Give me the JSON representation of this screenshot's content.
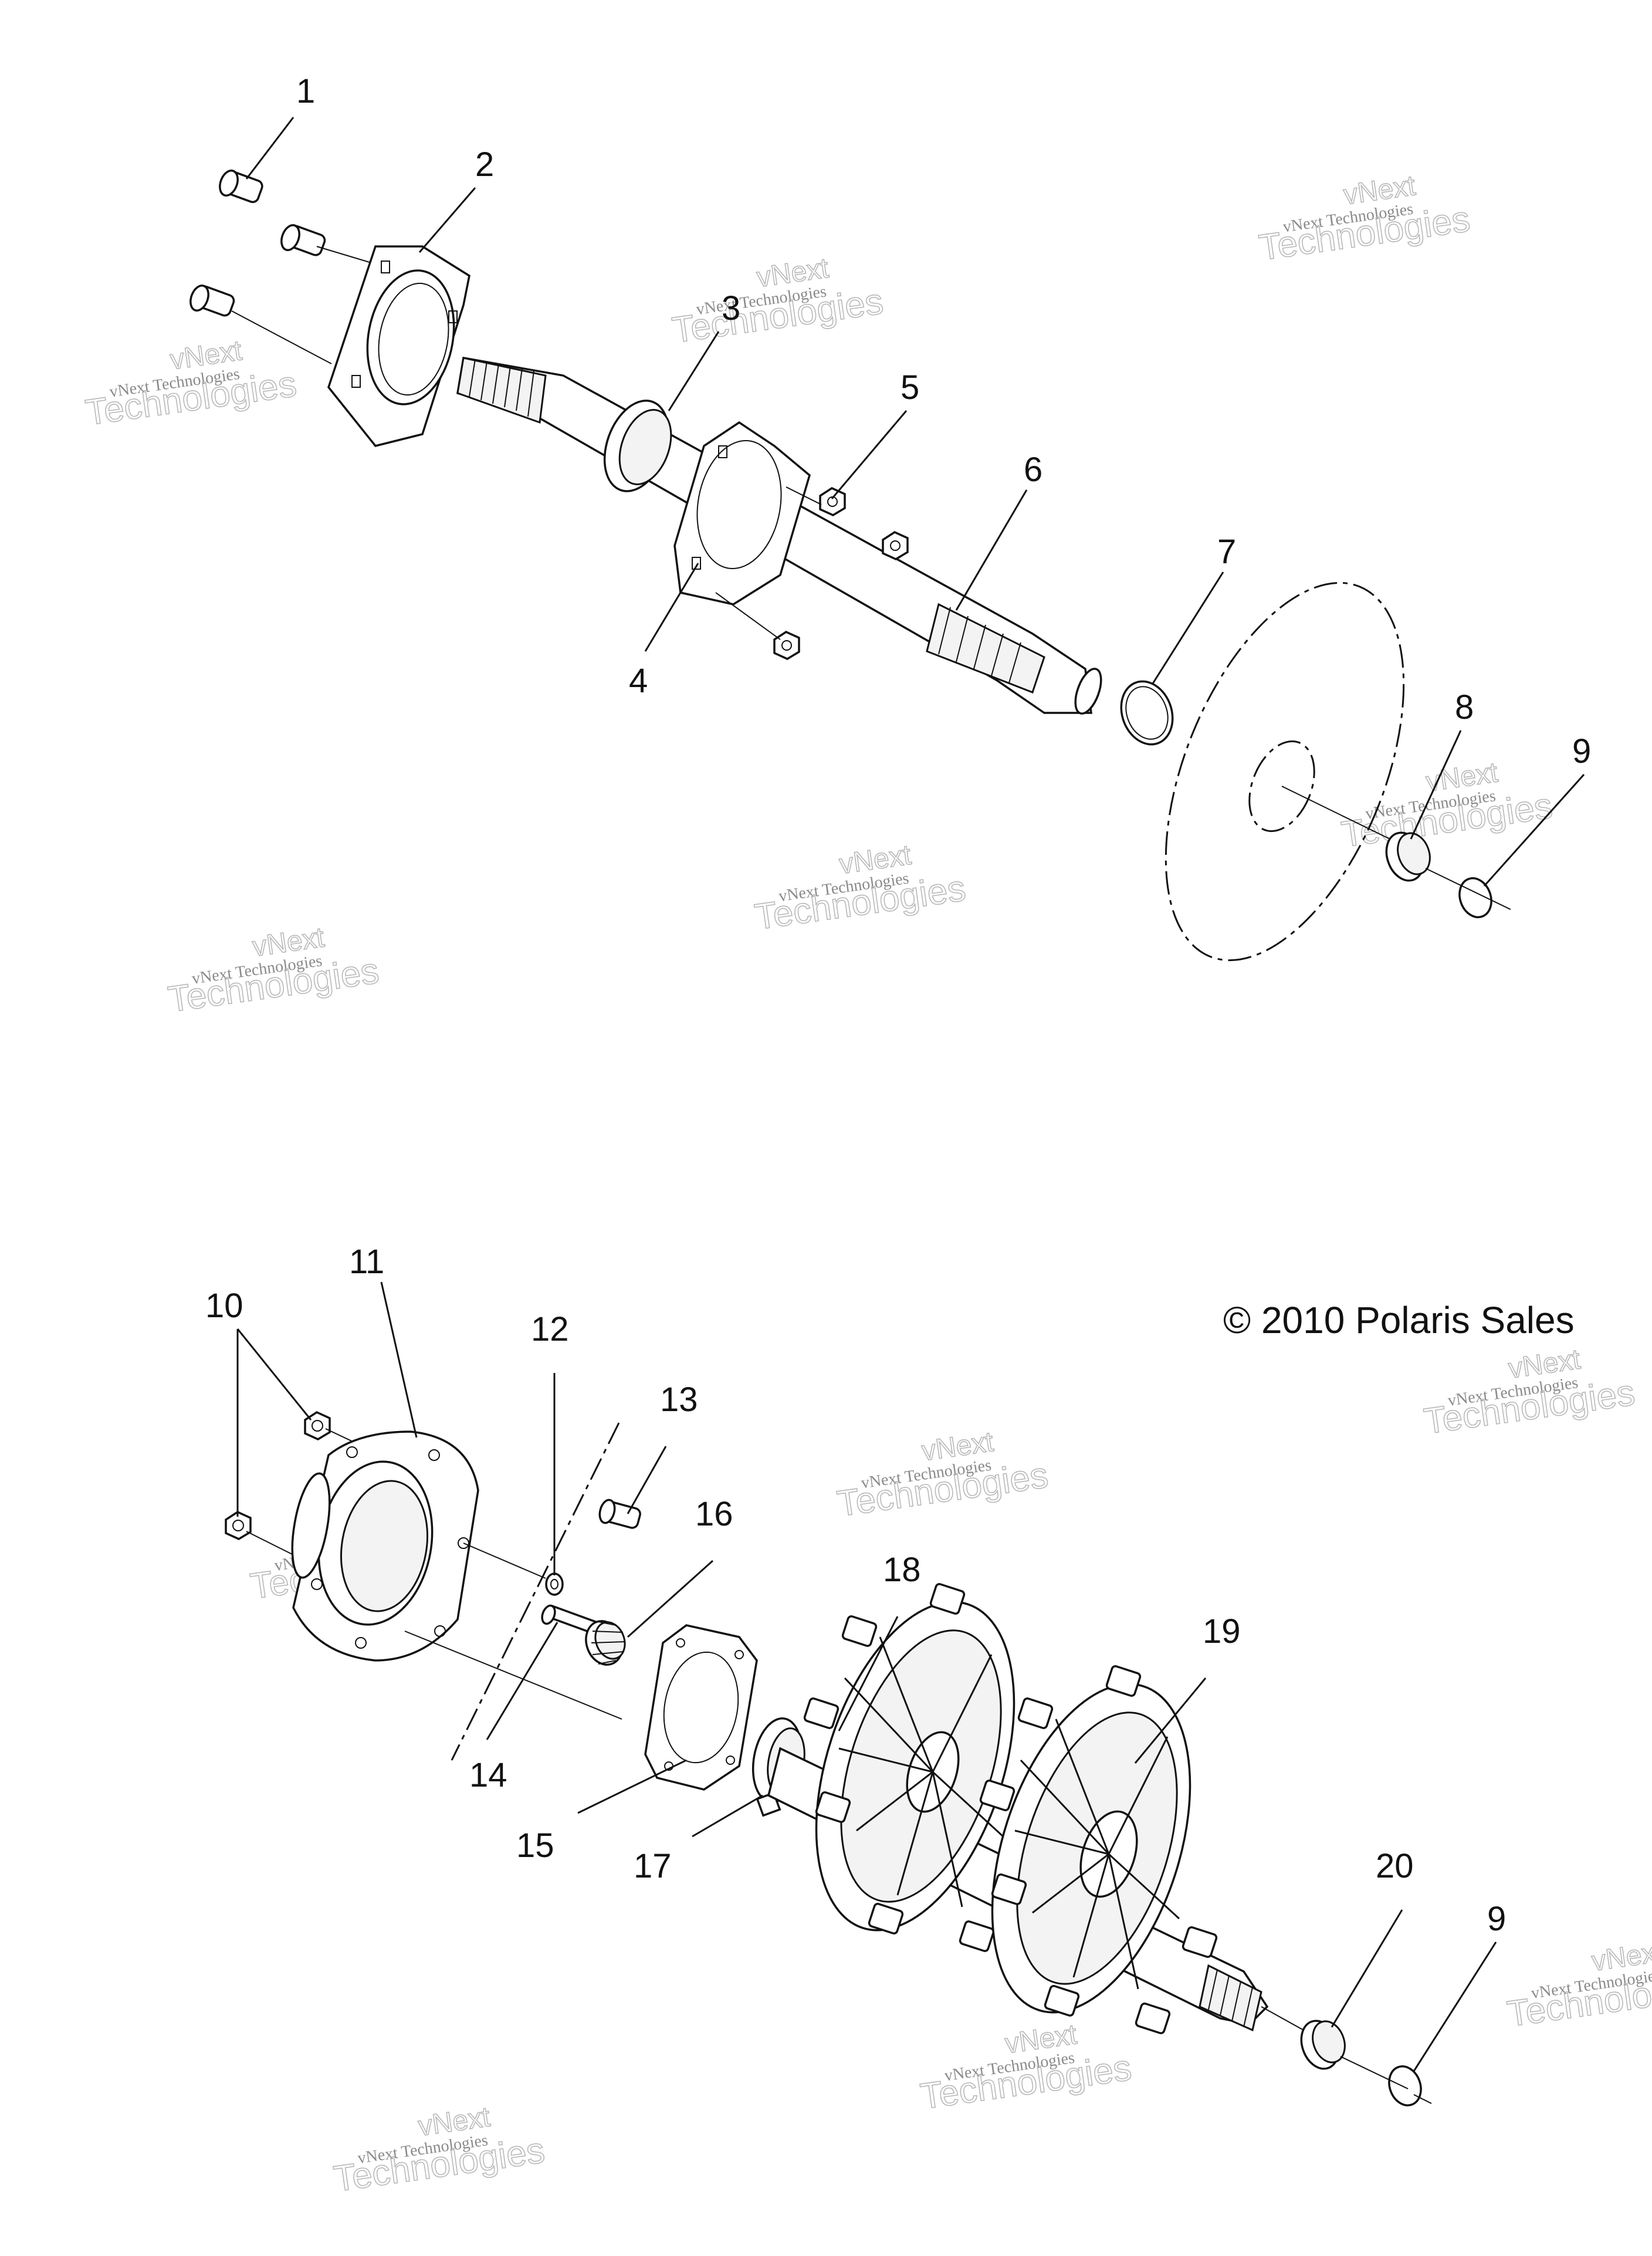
{
  "diagram": {
    "copyright": "© 2010 Polaris Sales",
    "watermark": {
      "line1": "vNext Technologies",
      "line2": "vNext",
      "line3": "Technologies"
    },
    "callouts": [
      {
        "id": "c1",
        "label": "1"
      },
      {
        "id": "c2",
        "label": "2"
      },
      {
        "id": "c3",
        "label": "3"
      },
      {
        "id": "c4",
        "label": "4"
      },
      {
        "id": "c5",
        "label": "5"
      },
      {
        "id": "c6",
        "label": "6"
      },
      {
        "id": "c7",
        "label": "7"
      },
      {
        "id": "c8",
        "label": "8"
      },
      {
        "id": "c9a",
        "label": "9"
      },
      {
        "id": "c10",
        "label": "10"
      },
      {
        "id": "c11",
        "label": "11"
      },
      {
        "id": "c12",
        "label": "12"
      },
      {
        "id": "c13",
        "label": "13"
      },
      {
        "id": "c14",
        "label": "14"
      },
      {
        "id": "c15",
        "label": "15"
      },
      {
        "id": "c16",
        "label": "16"
      },
      {
        "id": "c17",
        "label": "17"
      },
      {
        "id": "c18",
        "label": "18"
      },
      {
        "id": "c19",
        "label": "19"
      },
      {
        "id": "c20",
        "label": "20"
      },
      {
        "id": "c9b",
        "label": "9"
      }
    ]
  }
}
